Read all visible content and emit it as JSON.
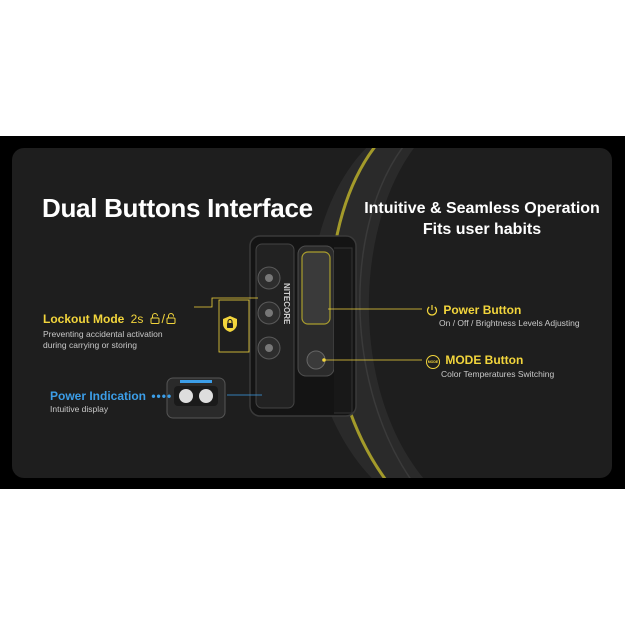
{
  "heading": {
    "left_title": "Dual Buttons Interface",
    "right_line1": "Intuitive & Seamless Operation",
    "right_line2": "Fits user habits"
  },
  "device": {
    "brand_text": "NITECORE"
  },
  "callouts": {
    "lockout": {
      "title": "Lockout Mode",
      "hold_time": "2s",
      "desc_line1": "Preventing accidental activation",
      "desc_line2": "during carrying or storing"
    },
    "power_indication": {
      "title": "Power Indication",
      "desc": "Intuitive display"
    },
    "power_button": {
      "title": "Power Button",
      "desc": "On / Off / Brightness Levels Adjusting"
    },
    "mode_button": {
      "title": "MODE Button",
      "badge": "MODE",
      "desc": "Color Temperatures Switching"
    }
  },
  "colors": {
    "accent_yellow": "#f2d53c",
    "accent_blue": "#3c9ee8",
    "panel": "#1e1e1e",
    "background": "#000000"
  }
}
